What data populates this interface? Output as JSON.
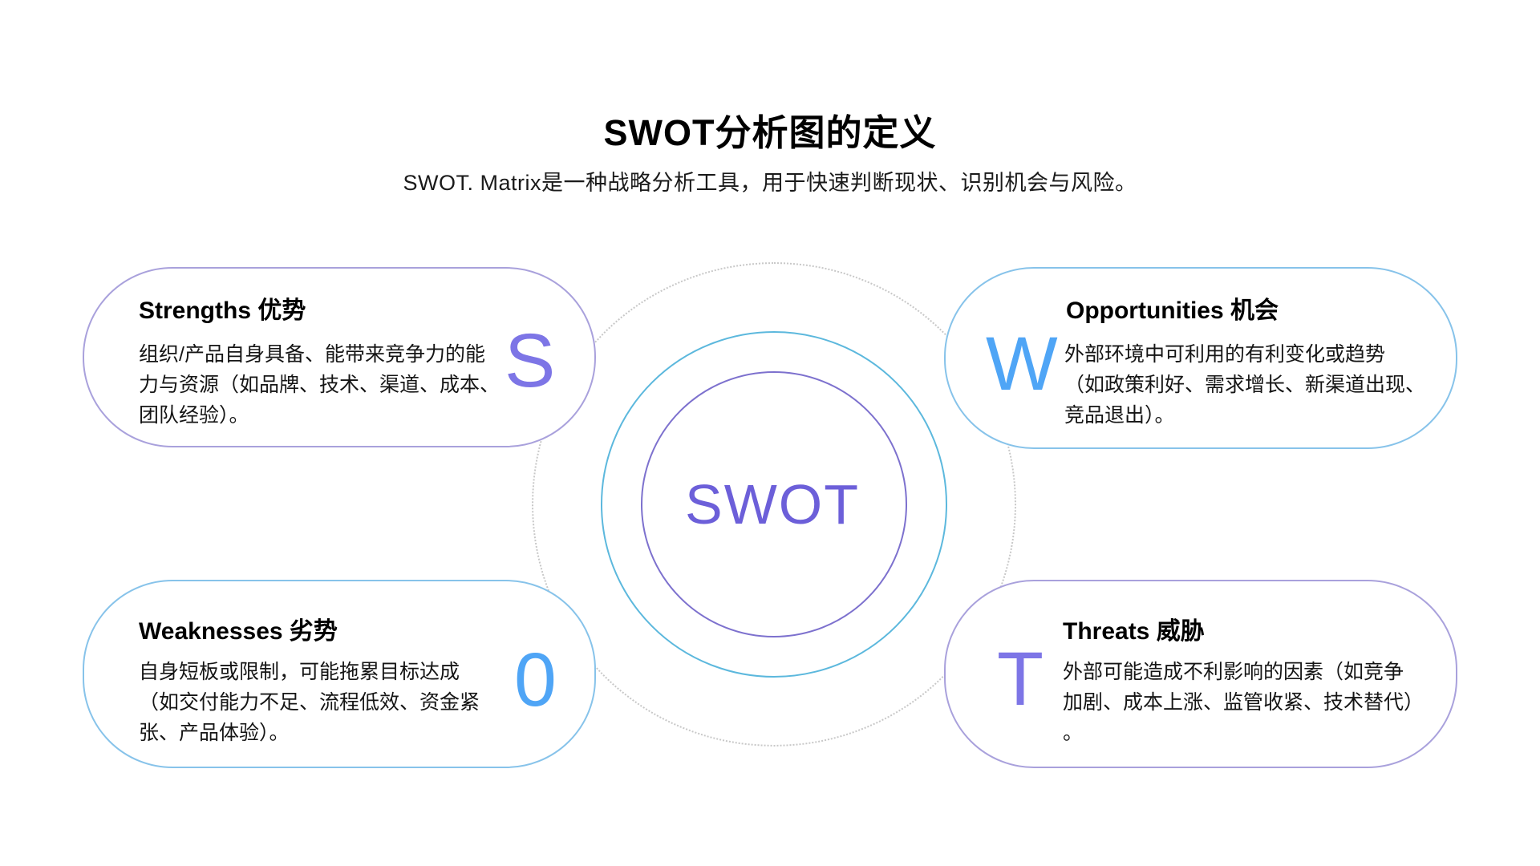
{
  "page": {
    "title": "SWOT分析图的定义",
    "subtitle": "SWOT. Matrix是一种战略分析工具，用于快速判断现状、识别机会与风险。",
    "background": "#ffffff"
  },
  "center": {
    "label": "SWOT",
    "label_color": "#6c5fd9",
    "outer_ring_color": "#5cb8dd",
    "inner_ring_color": "#7d71ce",
    "dotted_ring_color": "#c8c8c8"
  },
  "quadrants": [
    {
      "id": "strengths",
      "heading": "Strengths 优势",
      "body": "组织/产品自身具备、能带来竞争力的能\n力与资源（如品牌、技术、渠道、成本、\n团队经验）。",
      "letter": "S",
      "letter_color": "#7d75e6",
      "border_color": "#a9a1dc"
    },
    {
      "id": "opportunities",
      "heading": "Opportunities 机会",
      "body": "外部环境中可利用的有利变化或趋势\n（如政策利好、需求增长、新渠道出现、\n竞品退出）。",
      "letter": "W",
      "letter_color": "#4fa5f6",
      "border_color": "#87c3ea"
    },
    {
      "id": "weaknesses",
      "heading": "Weaknesses 劣势",
      "body": "自身短板或限制，可能拖累目标达成\n（如交付能力不足、流程低效、资金紧\n张、产品体验）。",
      "letter": "0",
      "letter_color": "#4fa5f6",
      "border_color": "#87c3ea"
    },
    {
      "id": "threats",
      "heading": "Threats 威胁",
      "body": "外部可能造成不利影响的因素（如竞争\n加剧、成本上涨、监管收紧、技术替代）\n。",
      "letter": "T",
      "letter_color": "#7d75e6",
      "border_color": "#a9a1dc"
    }
  ]
}
